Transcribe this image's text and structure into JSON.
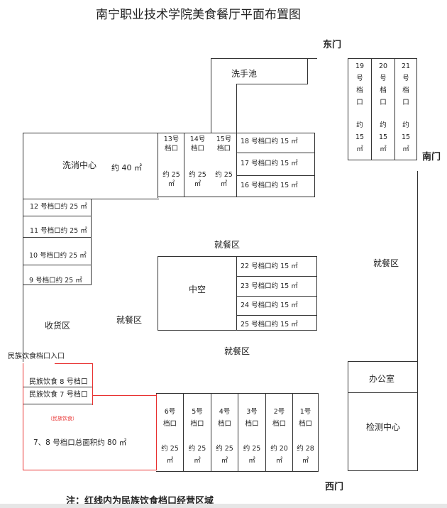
{
  "title": "南宁职业技术学院美食餐厅平面布置图",
  "gates": {
    "east": "东门",
    "south": "南门",
    "west": "西门"
  },
  "areas": {
    "sink": "洗手池",
    "wash_center": "洗消中心",
    "wash_area": "约 40 ㎡",
    "dining_top": "就餐区",
    "dining_left": "就餐区",
    "dining_bottom": "就餐区",
    "dining_right": "就餐区",
    "atrium": "中空",
    "receiving": "收货区",
    "office": "办公室",
    "inspection": "检测中心",
    "ethnic_entrance": "民族饮食档口入口"
  },
  "top_stalls": [
    {
      "num": "13号",
      "name": "档口",
      "area": "约 25",
      "unit": "㎡"
    },
    {
      "num": "14号",
      "name": "档口",
      "area": "约 25",
      "unit": "㎡"
    },
    {
      "num": "15号",
      "name": "档口",
      "area": "约 25",
      "unit": "㎡"
    }
  ],
  "right_top_stalls": [
    "18 号档口约 15 ㎡",
    "17 号档口约 15 ㎡",
    "16 号档口约 15 ㎡"
  ],
  "left_stalls": [
    "12 号档口约 25 ㎡",
    "11 号档口约 25 ㎡",
    "10 号档口约 25 ㎡",
    "9 号档口约 25 ㎡"
  ],
  "center_stalls": [
    "22 号档口约 15 ㎡",
    "23 号档口约 15 ㎡",
    "24 号档口约 15 ㎡",
    "25 号档口约 15 ㎡"
  ],
  "east_stalls": [
    {
      "num": "19",
      "hao": "号",
      "dang": "档",
      "kou": "口",
      "yue": "约",
      "area": "15",
      "unit": "㎡"
    },
    {
      "num": "20",
      "hao": "号",
      "dang": "档",
      "kou": "口",
      "yue": "约",
      "area": "15",
      "unit": "㎡"
    },
    {
      "num": "21",
      "hao": "号",
      "dang": "档",
      "kou": "口",
      "yue": "约",
      "area": "15",
      "unit": "㎡"
    }
  ],
  "bottom_stalls": [
    {
      "num": "6号",
      "name": "档口",
      "area": "约 25",
      "unit": "㎡"
    },
    {
      "num": "5号",
      "name": "档口",
      "area": "约 25",
      "unit": "㎡"
    },
    {
      "num": "4号",
      "name": "档口",
      "area": "约 25",
      "unit": "㎡"
    },
    {
      "num": "3号",
      "name": "档口",
      "area": "约 25",
      "unit": "㎡"
    },
    {
      "num": "2号",
      "name": "档口",
      "area": "约 20",
      "unit": "㎡"
    },
    {
      "num": "1号",
      "name": "档口",
      "area": "约 28",
      "unit": "㎡"
    }
  ],
  "ethnic": {
    "stall8": "民族饮食 8 号档口",
    "stall7": "民族饮食 7 号档口",
    "tag": "（民族饮食）",
    "total": "7、8 号档口总面积约 80 ㎡"
  },
  "note": "注：红线内为民族饮食档口经营区域",
  "colors": {
    "red_line": "#e8302f",
    "line": "#333333"
  }
}
